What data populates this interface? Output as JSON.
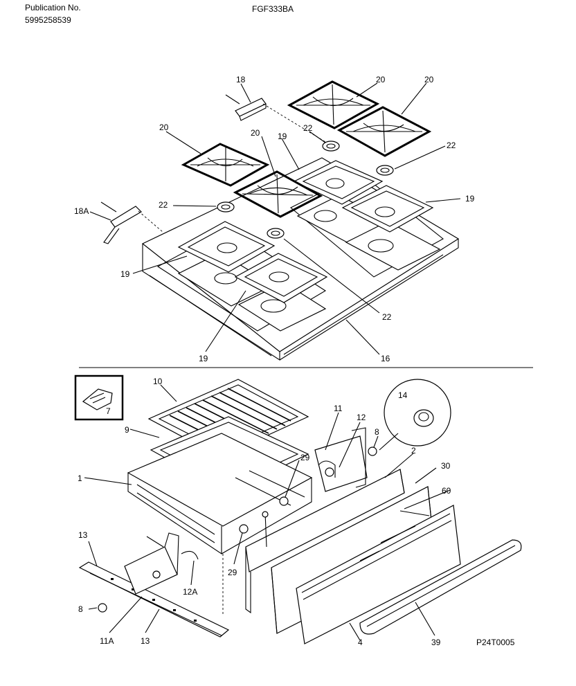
{
  "header": {
    "publication_label": "Publication No.",
    "publication_number": "5995258539",
    "model": "FGF333BA"
  },
  "diagram_code": "P24T0005",
  "inset_label": "7",
  "callouts": {
    "c18": "18",
    "c18a": "18A",
    "c20a": "20",
    "c20b": "20",
    "c20c": "20",
    "c20d": "20",
    "c22a": "22",
    "c22b": "22",
    "c22c": "22",
    "c22d": "22",
    "c19a": "19",
    "c19b": "19",
    "c19c": "19",
    "c19d": "19",
    "c16": "16",
    "c10": "10",
    "c9": "9",
    "c1": "1",
    "c11": "11",
    "c12": "12",
    "c8a": "8",
    "c14": "14",
    "c2": "2",
    "c29a": "29",
    "c30": "30",
    "c60": "60",
    "c13a": "13",
    "c29b": "29",
    "c12a": "12A",
    "c8b": "8",
    "c11a": "11A",
    "c13b": "13",
    "c4": "4",
    "c39": "39"
  }
}
